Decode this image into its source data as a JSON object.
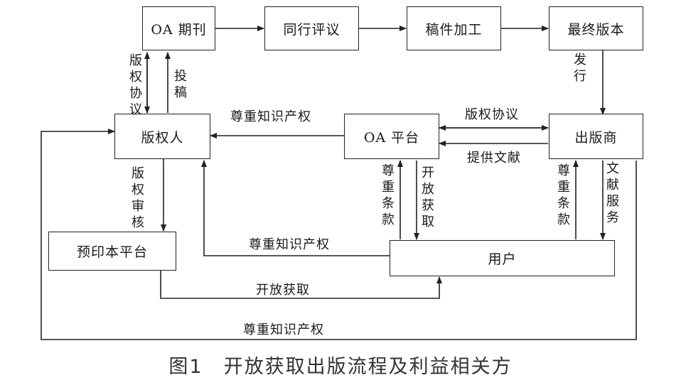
{
  "boxes": {
    "oa_journal": "OA 期刊",
    "peer_review": "同行评议",
    "manuscript_processing": "稿件加工",
    "final_version": "最终版本",
    "copyright_holder": "版权人",
    "oa_platform": "OA 平台",
    "publisher": "出版商",
    "preprint_platform": "预印本平台",
    "user": "用户"
  },
  "edge_labels": {
    "copyright_agreement_left": "版权协议",
    "submission": "投稿",
    "publish": "发行",
    "respect_ip_top": "尊重知识产权",
    "copyright_agreement_mid": "版权协议",
    "provide_literature": "提供文献",
    "copyright_review": "版权审核",
    "respect_terms_oa": "尊重条款",
    "open_access_oa": "开放获取",
    "respect_terms_pub": "尊重条款",
    "literature_service": "文献服务",
    "respect_ip_user": "尊重知识产权",
    "open_access_bottom": "开放获取",
    "respect_ip_outer": "尊重知识产权"
  },
  "caption": "图1　开放获取出版流程及利益相关方"
}
